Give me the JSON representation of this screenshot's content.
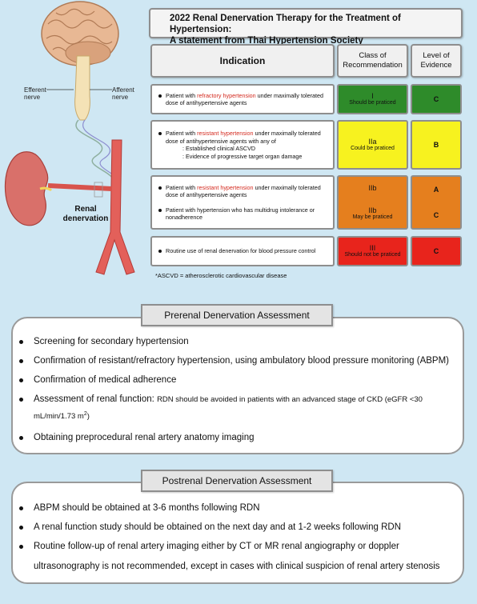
{
  "illustration": {
    "efferent_label": "Efferent nerve",
    "afferent_label": "Afferent nerve",
    "renal_label": "Renal denervation"
  },
  "title": {
    "line1": "2022 Renal Denervation Therapy for the Treatment of Hypertension:",
    "line2": "A statement from Thai Hypertension Society"
  },
  "table": {
    "headers": {
      "indication": "Indication",
      "class": "Class of Recommendation",
      "level": "Level of Evidence"
    },
    "rows": [
      {
        "items": [
          {
            "pre": "Patient with ",
            "highlight": "refractory hypertension",
            "post": " under maximally tolerated dose of antihypertensive agents"
          }
        ],
        "class_main": "I",
        "class_sub": "Should be praticed",
        "levels": [
          "C"
        ],
        "color": "#2e8b2a"
      },
      {
        "items": [
          {
            "pre": "Patient with ",
            "highlight": "resistant hypertension",
            "post": " under maximally tolerated dose of antihypertensive agents with any of"
          }
        ],
        "sub_lines": [
          ": Established clinical ASCVD",
          ": Evidence of progressive target organ damage"
        ],
        "class_main": "IIa",
        "class_sub": "Could be praticed",
        "levels": [
          "B"
        ],
        "color": "#f7f21f"
      },
      {
        "items": [
          {
            "pre": "Patient with ",
            "highlight": "resistant hypertension",
            "post": " under maximally tolerated dose of antihypertensive agents"
          },
          {
            "pre": "Patient with hypertension who has multidrug intolerance or nonadherence",
            "highlight": "",
            "post": ""
          }
        ],
        "class_main": "IIb",
        "class_main2": "IIb",
        "class_sub": "May be praticed",
        "levels": [
          "A",
          "C"
        ],
        "color": "#e57f1e"
      },
      {
        "items": [
          {
            "pre": "Routine use of renal denervation for blood pressure control",
            "highlight": "",
            "post": ""
          }
        ],
        "class_main": "III",
        "class_sub": "Should not be praticed",
        "levels": [
          "C"
        ],
        "color": "#e8241c"
      }
    ],
    "footnote": "*ASCVD = atherosclerotic cardiovascular disease"
  },
  "prerenal": {
    "title": "Prerenal Denervation Assessment",
    "items": [
      "Screening for secondary hypertension",
      "Confirmation of resistant/refractory hypertension, using ambulatory blood pressure monitoring (ABPM)",
      "Confirmation of medical adherence"
    ],
    "renal_func_label": "Assessment of renal function:",
    "renal_func_detail": "RDN should be avoided in patients with an advanced stage of CKD (eGFR <30",
    "renal_func_detail2": "mL/min/1.73 m",
    "renal_func_sup": "2",
    "renal_func_close": ")",
    "last_item": "Obtaining preprocedural renal artery anatomy imaging"
  },
  "postrenal": {
    "title": "Postrenal Denervation Assessment",
    "items": [
      "ABPM should be obtained at 3-6 months following RDN",
      "A renal function study should be obtained on the next day and at 1-2 weeks following RDN"
    ],
    "last_line1": "Routine follow-up of renal artery imaging either by CT or MR renal angiography or doppler",
    "last_line2": "ultrasonography is not recommended, except in cases with clinical suspicion of renal artery stenosis"
  }
}
